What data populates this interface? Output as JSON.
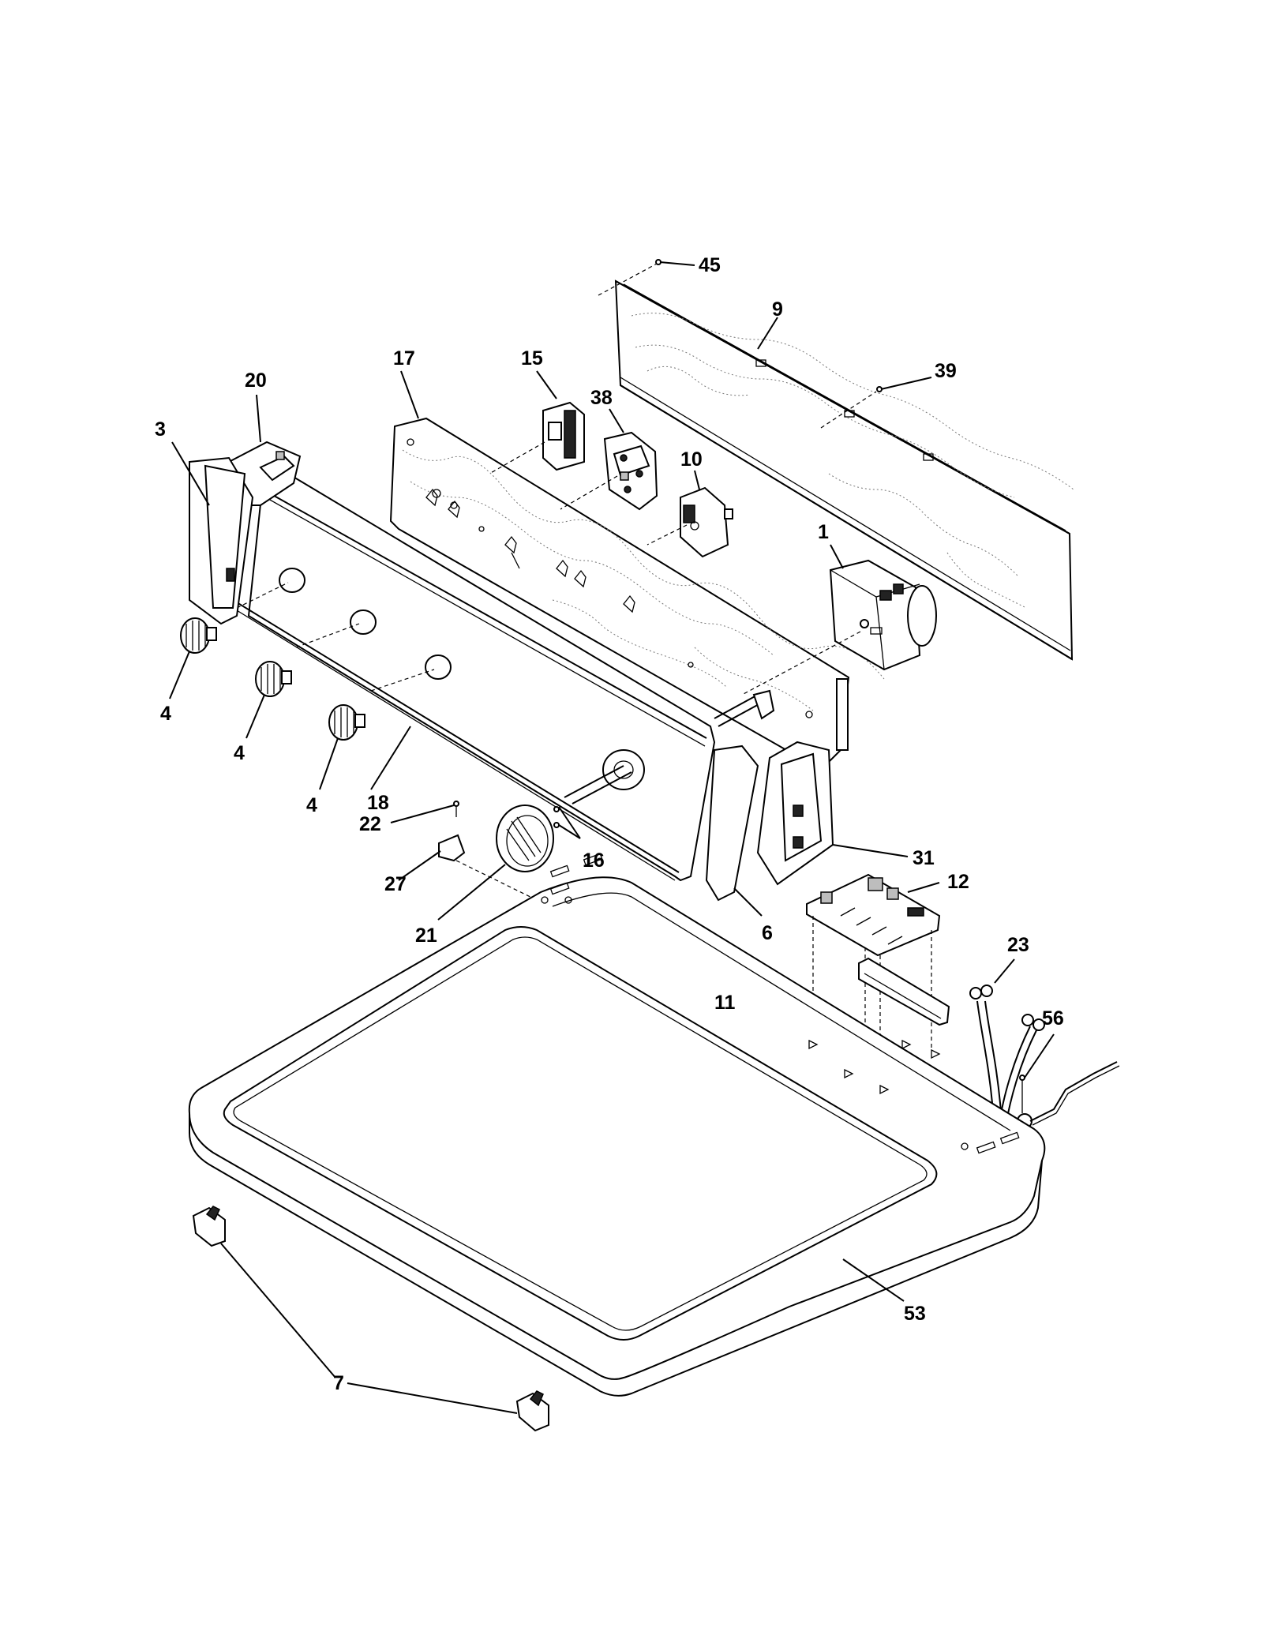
{
  "callouts": [
    {
      "id": "c45",
      "label": "45"
    },
    {
      "id": "c9",
      "label": "9"
    },
    {
      "id": "c39",
      "label": "39"
    },
    {
      "id": "c17",
      "label": "17"
    },
    {
      "id": "c15",
      "label": "15"
    },
    {
      "id": "c38",
      "label": "38"
    },
    {
      "id": "c10",
      "label": "10"
    },
    {
      "id": "c20",
      "label": "20"
    },
    {
      "id": "c3",
      "label": "3"
    },
    {
      "id": "c1",
      "label": "1"
    },
    {
      "id": "c4a",
      "label": "4"
    },
    {
      "id": "c4b",
      "label": "4"
    },
    {
      "id": "c4c",
      "label": "4"
    },
    {
      "id": "c18",
      "label": "18"
    },
    {
      "id": "c22",
      "label": "22"
    },
    {
      "id": "c16",
      "label": "16"
    },
    {
      "id": "c31",
      "label": "31"
    },
    {
      "id": "c27",
      "label": "27"
    },
    {
      "id": "c12",
      "label": "12"
    },
    {
      "id": "c21",
      "label": "21"
    },
    {
      "id": "c6",
      "label": "6"
    },
    {
      "id": "c23",
      "label": "23"
    },
    {
      "id": "c11",
      "label": "11"
    },
    {
      "id": "c56",
      "label": "56"
    },
    {
      "id": "c53",
      "label": "53"
    },
    {
      "id": "c7",
      "label": "7"
    }
  ]
}
